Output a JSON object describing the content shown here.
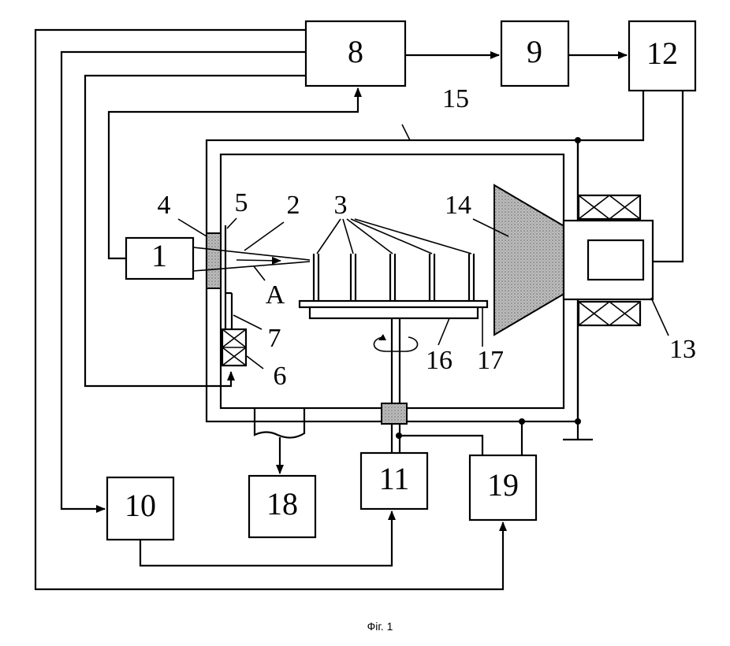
{
  "diagram": {
    "blocks": {
      "b1": "1",
      "b8": "8",
      "b9": "9",
      "b10": "10",
      "b11": "11",
      "b12": "12",
      "b18": "18",
      "b19": "19"
    },
    "callouts": {
      "c2": "2",
      "c3": "3",
      "c4": "4",
      "c5": "5",
      "c6": "6",
      "c7": "7",
      "c13": "13",
      "c14": "14",
      "c15": "15",
      "c16": "16",
      "c17": "17",
      "cA": "A"
    },
    "caption": "Фіг. 1"
  }
}
